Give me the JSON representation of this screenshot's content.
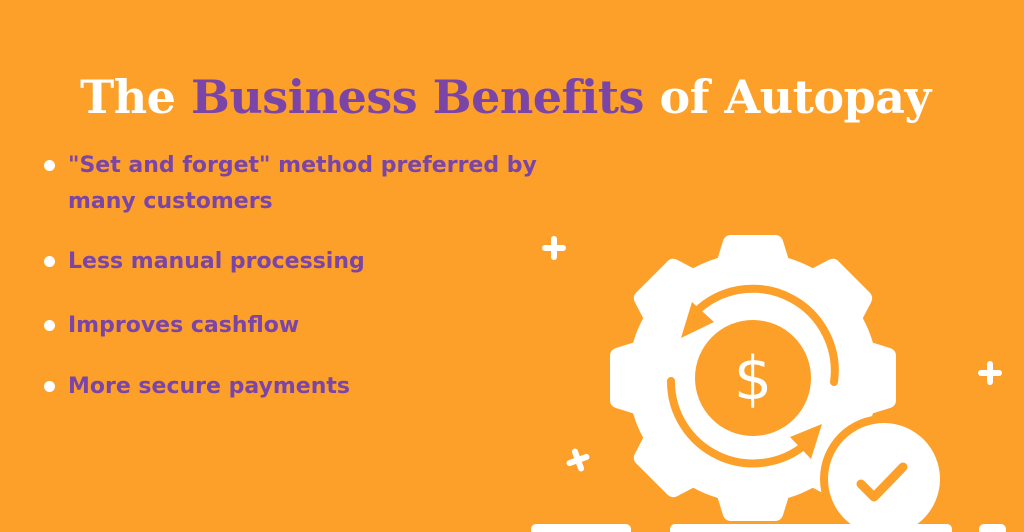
{
  "title": {
    "prefix": "The ",
    "accent": "Business Benefits",
    "suffix": " of Autopay"
  },
  "benefits": [
    {
      "text": "\"Set and forget\" method preferred by many customers"
    },
    {
      "text": "Less manual processing"
    },
    {
      "text": "Improves cashflow"
    },
    {
      "text": "More secure payments"
    }
  ],
  "illustration": {
    "icons": [
      "gear-icon",
      "cycle-arrows-icon",
      "dollar-icon",
      "check-badge-icon",
      "plus-sparkle-icon"
    ],
    "dollar_symbol": "$"
  },
  "colors": {
    "background": "#FCA02A",
    "accent": "#7B45A8",
    "foreground": "#FFFFFF"
  }
}
